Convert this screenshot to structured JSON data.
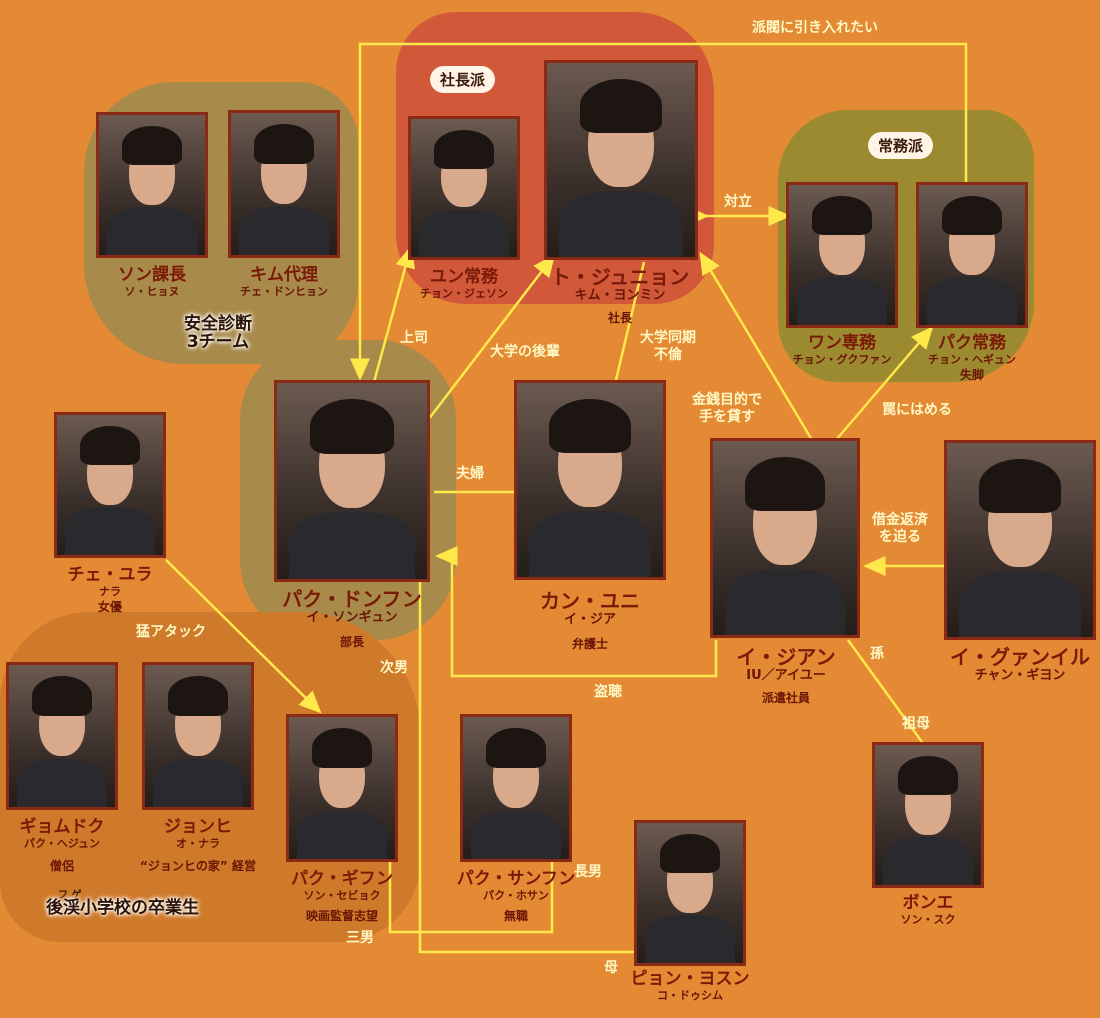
{
  "groups": {
    "president": "社長派",
    "managing": "常務派",
    "safety_line1": "安全診断",
    "safety_line2": "3チーム",
    "alumni": "後渓小学校の卒業生",
    "alumni_furigana": "フ ゲ"
  },
  "people": {
    "son": {
      "name": "ソン課長",
      "actor": "ソ・ヒョヌ",
      "role": ""
    },
    "kim": {
      "name": "キム代理",
      "actor": "チェ・ドンヒョン",
      "role": ""
    },
    "yun": {
      "name": "ユン常務",
      "actor": "チョン・ジェソン",
      "role": ""
    },
    "do": {
      "name": "ト・ジュニョン",
      "actor": "キム・ヨンミン",
      "role": "社長"
    },
    "wang": {
      "name": "ワン専務",
      "actor": "チョン・グクファン",
      "role": ""
    },
    "parkjm": {
      "name": "パク常務",
      "actor": "チョン・ヘギュン",
      "role": "失脚"
    },
    "donghun": {
      "name": "パク・ドンフン",
      "actor": "イ・ソンギュン",
      "role": "部長"
    },
    "kang": {
      "name": "カン・ユニ",
      "actor": "イ・ジア",
      "role": "弁護士"
    },
    "jian": {
      "name": "イ・ジアン",
      "actor": "IU／アイユー",
      "role": "派遣社員"
    },
    "gwang": {
      "name": "イ・グァンイル",
      "actor": "チャン・ギヨン",
      "role": ""
    },
    "yura": {
      "name": "チェ・ユラ",
      "actor": "ナラ",
      "role": "女優"
    },
    "gyeom": {
      "name": "ギョムドク",
      "actor": "パク・ヘジュン",
      "role": "僧侶"
    },
    "jeonghi": {
      "name": "ジョンヒ",
      "actor": "オ・ナラ",
      "role": "“ジョンヒの家” 経営"
    },
    "gihun": {
      "name": "パク・ギフン",
      "actor": "ソン・セビョク",
      "role": "映画監督志望"
    },
    "sanghun": {
      "name": "パク・サンフン",
      "actor": "パク・ホサン",
      "role": "無職"
    },
    "byeon": {
      "name": "ピョン・ヨスン",
      "actor": "コ・ドゥシム",
      "role": ""
    },
    "bonge": {
      "name": "ボンエ",
      "actor": "ソン・スク",
      "role": ""
    }
  },
  "relations": {
    "faction": "派閥に引き入れたい",
    "oppose": "対立",
    "boss": "上司",
    "junior": "大学の後輩",
    "affair_line1": "大学同期",
    "affair_line2": "不倫",
    "loan_line1": "金銭目的で",
    "loan_line2": "手を貸す",
    "trap": "罠にはめる",
    "couple": "夫婦",
    "debt_line1": "借金返済",
    "debt_line2": "を迫る",
    "attack": "猛アタック",
    "second_son": "次男",
    "wiretap": "盗聴",
    "grandchild": "孫",
    "grandmother": "祖母",
    "eldest": "長男",
    "third_son": "三男",
    "mother": "母"
  },
  "colors": {
    "background": "#e48a35",
    "line": "#ffe94a",
    "name_text": "#7a1a08",
    "photo_border": "#8a2a14",
    "president_zone": "#d2583a",
    "managing_zone": "#9c8a30",
    "safety_zone": "#a88a4a",
    "alumni_zone": "#cf7a2a"
  }
}
